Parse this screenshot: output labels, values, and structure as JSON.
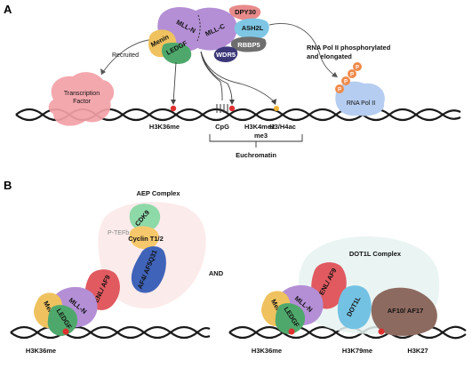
{
  "panel_a": {
    "label": "A",
    "proteins": {
      "mll_n": "MLL-N",
      "mll_c": "MLL-C",
      "dpy30": "DPY30",
      "ash2l": "ASH2L",
      "rbbp5": "RBBP5",
      "wdr5": "WDR5",
      "menin": "Menin",
      "ledgf": "LEDGF",
      "transcription_factor_line1": "Transcription",
      "transcription_factor_line2": "Factor",
      "rna_pol": "RNA Pol II",
      "phosphate": "P"
    },
    "labels": {
      "recruited": "Recruited",
      "rna_pol_note_line1": "RNA Pol II phosphorylated",
      "rna_pol_note_line2": "and elongated",
      "h3k36me": "H3K36me",
      "cpg": "CpG",
      "h3k4me2_line1": "H3K4me2",
      "h3k4me2_line2": "me3",
      "h3h4ac": "H3/H4ac",
      "euchromatin": "Euchromatin"
    }
  },
  "panel_b": {
    "label": "B",
    "and": "AND",
    "aep": {
      "title": "AEP Complex",
      "cdk9": "CDK9",
      "ptefb": "P-TEFb",
      "cyclin": "Cyclin T1/2",
      "af4": "AF4/ AF5Q31",
      "enl": "ENL/ AF9",
      "mll_n": "MLL-N",
      "menin": "Menin",
      "ledgf": "LEDGF",
      "h3k36me": "H3K36me"
    },
    "dot1l": {
      "title": "DOT1L Complex",
      "enl": "ENL/ AF9",
      "dot1l": "DOT1L",
      "af10": "AF10/ AF17",
      "mll_n": "MLL-N",
      "menin": "Menin",
      "ledgf": "LEDGF",
      "h3k36me": "H3K36me",
      "h3k79me": "H3K79me",
      "h3k27": "H3K27"
    }
  },
  "colors": {
    "mll": "#b48fd6",
    "dpy30": "#e88a8a",
    "ash2l": "#7fc6e4",
    "rbbp5": "#6e6e6e",
    "wdr5": "#3b3778",
    "menin": "#efc25f",
    "ledgf": "#4fa86b",
    "transcription_factor": "#f2a1a7",
    "rna_pol": "#b5cdf0",
    "phosphate": "#f08a4b",
    "cdk9": "#8ed9a8",
    "cyclin": "#f7c86b",
    "af4": "#3f63b8",
    "enl": "#e05a60",
    "dot1l": "#74c2e3",
    "af10": "#8d6a60",
    "mark_red": "#e03030",
    "mark_yellow": "#f2b233"
  }
}
